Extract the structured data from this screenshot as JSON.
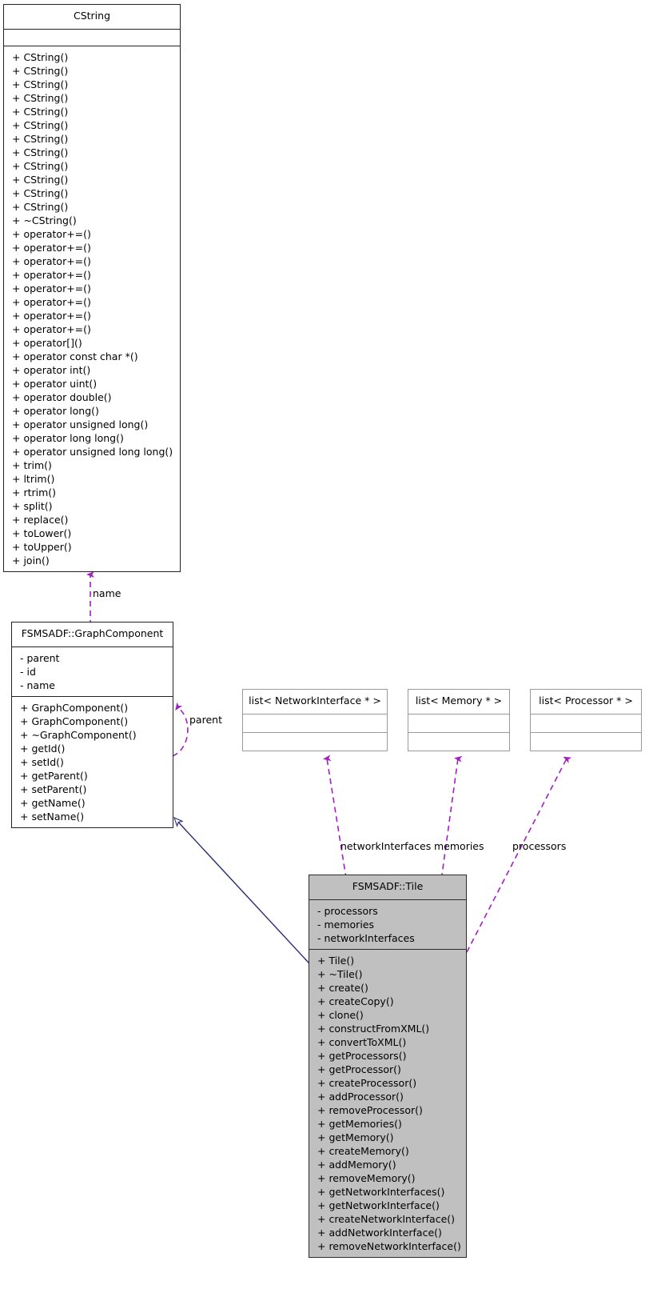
{
  "diagram": {
    "type": "uml-class-diagram",
    "background": "#ffffff",
    "colors": {
      "inheritance_edge": "#2a2a7a",
      "usage_edge": "#a020c0",
      "filled_class_fill": "#c0c0c0",
      "box_border": "#222222",
      "plain_box_border": "#9a9a9a",
      "text": "#000000"
    }
  },
  "classes": {
    "cstring": {
      "title": "CString",
      "attributes": [],
      "methods": [
        "+ CString()",
        "+ CString()",
        "+ CString()",
        "+ CString()",
        "+ CString()",
        "+ CString()",
        "+ CString()",
        "+ CString()",
        "+ CString()",
        "+ CString()",
        "+ CString()",
        "+ CString()",
        "+ ~CString()",
        "+ operator+=()",
        "+ operator+=()",
        "+ operator+=()",
        "+ operator+=()",
        "+ operator+=()",
        "+ operator+=()",
        "+ operator+=()",
        "+ operator+=()",
        "+ operator[]()",
        "+ operator const char *()",
        "+ operator int()",
        "+ operator uint()",
        "+ operator double()",
        "+ operator long()",
        "+ operator unsigned long()",
        "+ operator long long()",
        "+ operator unsigned long long()",
        "+ trim()",
        "+ ltrim()",
        "+ rtrim()",
        "+ split()",
        "+ replace()",
        "+ toLower()",
        "+ toUpper()",
        "+ join()"
      ]
    },
    "graphcomponent": {
      "title": "FSMSADF::GraphComponent",
      "attributes": [
        "- parent",
        "- id",
        "- name"
      ],
      "methods": [
        "+ GraphComponent()",
        "+ GraphComponent()",
        "+ ~GraphComponent()",
        "+ getId()",
        "+ setId()",
        "+ getParent()",
        "+ setParent()",
        "+ getName()",
        "+ setName()"
      ]
    },
    "list_networkinterface": {
      "title": "list< NetworkInterface * >",
      "attributes": [],
      "methods": []
    },
    "list_memory": {
      "title": "list< Memory * >",
      "attributes": [],
      "methods": []
    },
    "list_processor": {
      "title": "list< Processor * >",
      "attributes": [],
      "methods": []
    },
    "tile": {
      "title": "FSMSADF::Tile",
      "attributes": [
        "- processors",
        "- memories",
        "- networkInterfaces"
      ],
      "methods": [
        "+ Tile()",
        "+ ~Tile()",
        "+ create()",
        "+ createCopy()",
        "+ clone()",
        "+ constructFromXML()",
        "+ convertToXML()",
        "+ getProcessors()",
        "+ getProcessor()",
        "+ createProcessor()",
        "+ addProcessor()",
        "+ removeProcessor()",
        "+ getMemories()",
        "+ getMemory()",
        "+ createMemory()",
        "+ addMemory()",
        "+ removeMemory()",
        "+ getNetworkInterfaces()",
        "+ getNetworkInterface()",
        "+ createNetworkInterface()",
        "+ addNetworkInterface()",
        "+ removeNetworkInterface()"
      ]
    }
  },
  "edges": [
    {
      "id": "name-edge",
      "label": "name",
      "from": "graphcomponent",
      "to": "cstring",
      "kind": "usage-dashed"
    },
    {
      "id": "parent-edge",
      "label": "parent",
      "from": "graphcomponent",
      "to": "graphcomponent",
      "kind": "usage-dashed-self"
    },
    {
      "id": "networkinterfaces-edge",
      "label": "networkInterfaces",
      "from": "tile",
      "to": "list_networkinterface",
      "kind": "usage-dashed"
    },
    {
      "id": "memories-edge",
      "label": "memories",
      "from": "tile",
      "to": "list_memory",
      "kind": "usage-dashed"
    },
    {
      "id": "processors-edge",
      "label": "processors",
      "from": "tile",
      "to": "list_processor",
      "kind": "usage-dashed"
    },
    {
      "id": "inheritance-edge",
      "label": "",
      "from": "tile",
      "to": "graphcomponent",
      "kind": "inheritance-solid"
    }
  ]
}
